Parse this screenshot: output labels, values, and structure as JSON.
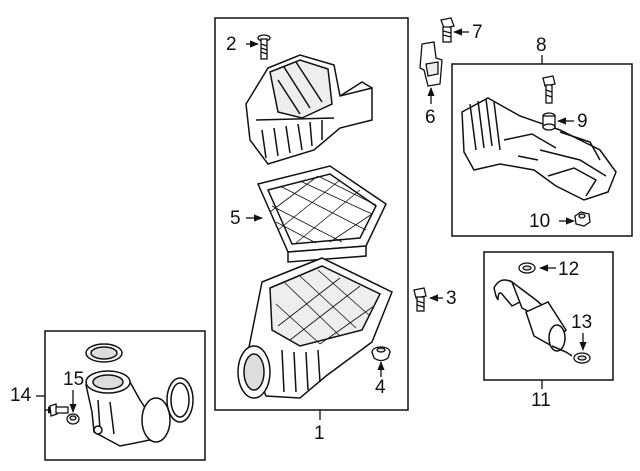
{
  "callouts": {
    "c1": "1",
    "c2": "2",
    "c3": "3",
    "c4": "4",
    "c5": "5",
    "c6": "6",
    "c7": "7",
    "c8": "8",
    "c9": "9",
    "c10": "10",
    "c11": "11",
    "c12": "12",
    "c13": "13",
    "c14": "14",
    "c15": "15"
  },
  "colors": {
    "line": "#111111",
    "fill": "#ffffff",
    "shade": "#d9d9d9"
  }
}
